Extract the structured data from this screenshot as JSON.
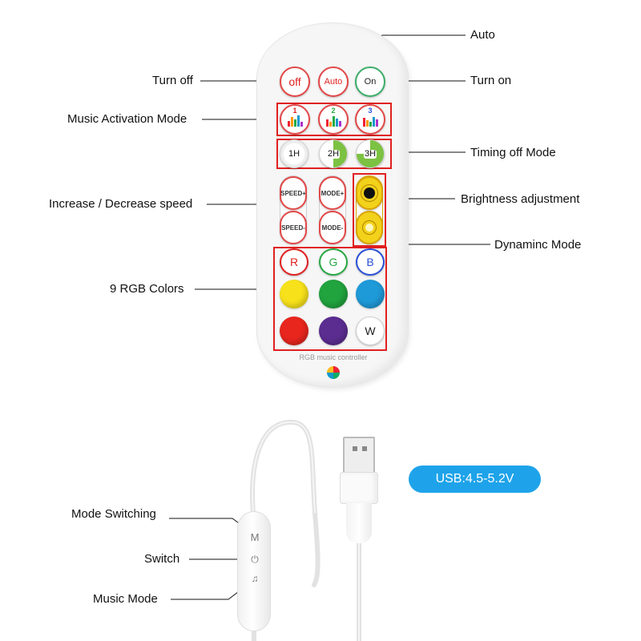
{
  "callouts": {
    "auto": "Auto",
    "turn_off": "Turn off",
    "turn_on": "Turn on",
    "music_activation": "Music Activation Mode",
    "timing_off": "Timing off Mode",
    "brightness": "Brightness adjustment",
    "speed": "Increase / Decrease speed",
    "dynamic_mode": "Dynaminc Mode",
    "rgb_colors": "9 RGB Colors",
    "mode_switching": "Mode Switching",
    "switch": "Switch",
    "music_mode": "Music Mode"
  },
  "remote": {
    "power_row": [
      {
        "label": "off",
        "color": "#e02020"
      },
      {
        "label": "Auto",
        "color": "#e02020"
      },
      {
        "label": "On",
        "color": "#222222"
      }
    ],
    "music_row": [
      "1",
      "2",
      "3"
    ],
    "timer_row": [
      "1H",
      "2H",
      "3H"
    ],
    "speed": {
      "up": "SPEED+",
      "down": "SPEED-"
    },
    "mode": {
      "up": "MODE+",
      "down": "MODE-"
    },
    "brightness_icon": "sun-icon",
    "letters_row": [
      {
        "label": "R",
        "color": "#e02020"
      },
      {
        "label": "G",
        "color": "#27a844"
      },
      {
        "label": "B",
        "color": "#2a4fd6"
      }
    ],
    "color_dots": [
      "#f7e11b",
      "#21a33d",
      "#1f9ad8",
      "#e8261e",
      "#5b2d91"
    ],
    "white_label": "W",
    "brand_text": "RGB music controller"
  },
  "usb": {
    "spec": "USB:4.5-5.2V"
  },
  "inline_controller": {
    "m_label": "M",
    "power_icon": "power-icon",
    "music_icon": "music-note-icon"
  }
}
